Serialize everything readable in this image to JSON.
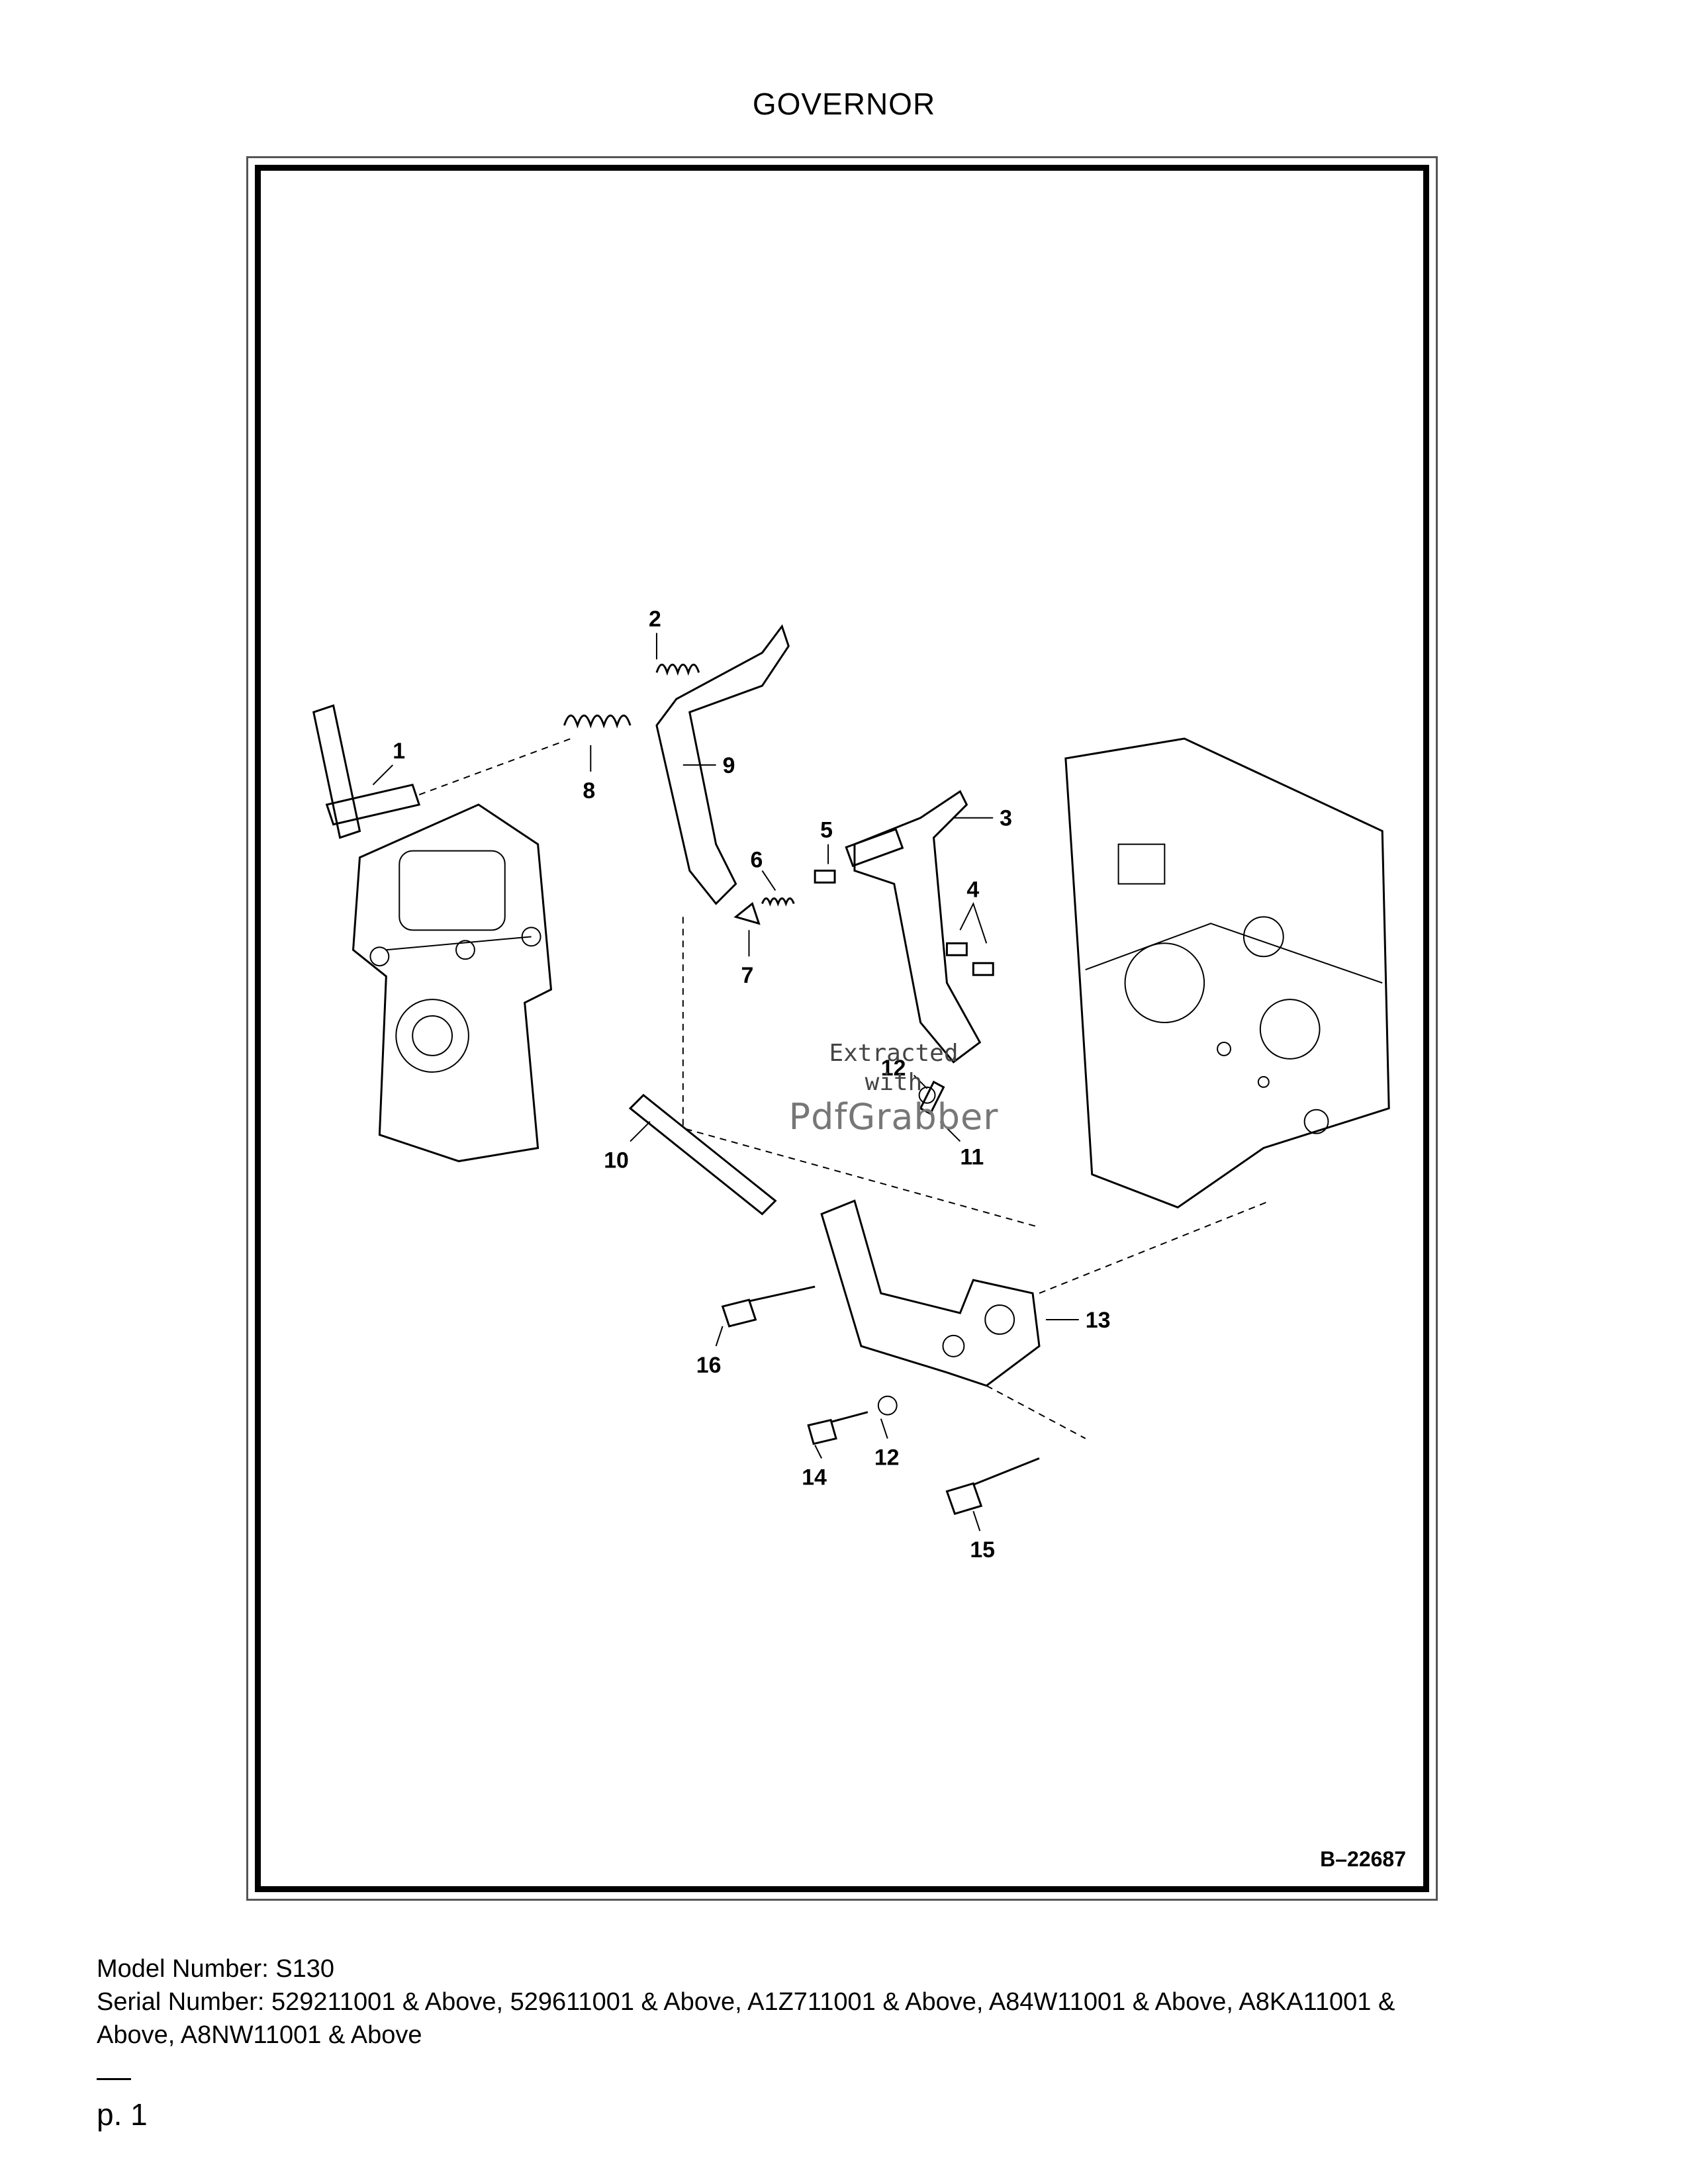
{
  "header": {
    "title": "GOVERNOR"
  },
  "diagram": {
    "code": "B–22687",
    "callouts": [
      "1",
      "2",
      "3",
      "4",
      "5",
      "6",
      "7",
      "8",
      "9",
      "10",
      "11",
      "12",
      "12",
      "13",
      "14",
      "15",
      "16"
    ],
    "watermark": {
      "line1": "Extracted",
      "line2": "with",
      "brand": "PdfGrabber"
    }
  },
  "footer": {
    "model": "Model Number: S130",
    "serial_line1": "Serial Number: 529211001 & Above, 529611001 & Above, A1Z711001 & Above, A84W11001 & Above, A8KA11001 &",
    "serial_line2": "Above, A8NW11001 & Above"
  },
  "page": {
    "number": "p. 1"
  }
}
